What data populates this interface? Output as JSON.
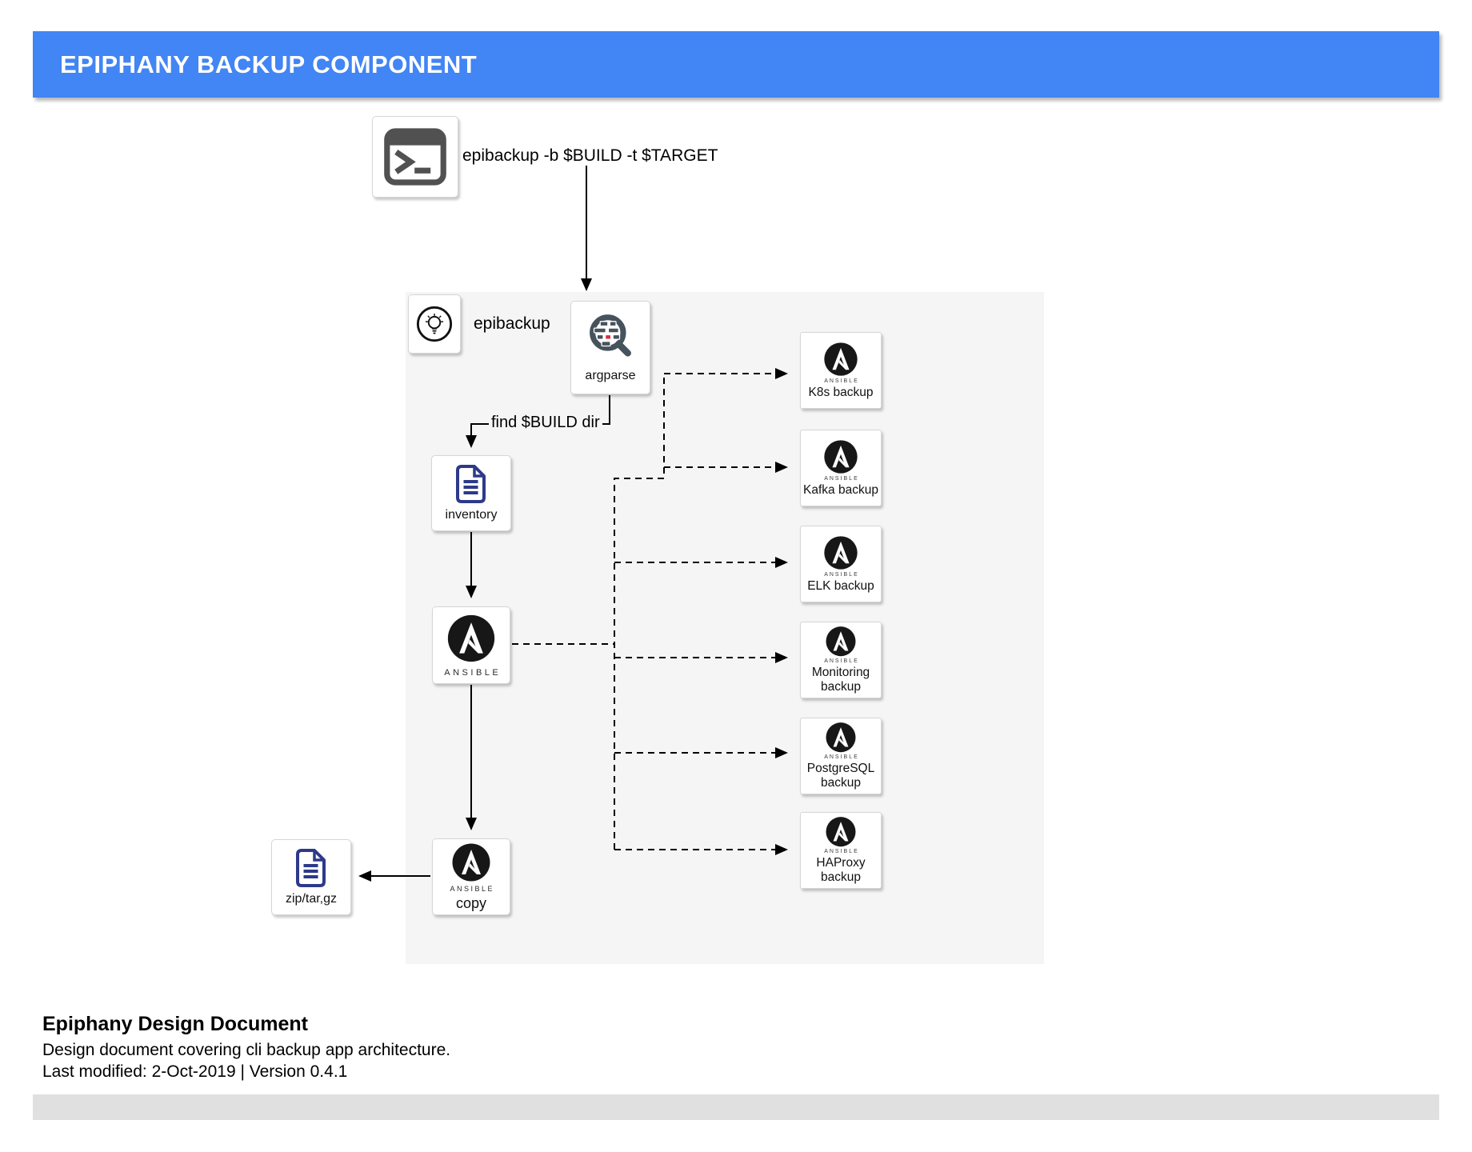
{
  "header": {
    "title": "EPIPHANY BACKUP COMPONENT",
    "accent_color": "#4285f4"
  },
  "diagram": {
    "cli_command": "epibackup -b $BUILD -t $TARGET",
    "container_label": "epibackup",
    "edge_labels": {
      "find_build": "find $BUILD dir"
    },
    "ansible_wordmark": "ANSIBLE",
    "nodes": {
      "argparse": "argparse",
      "inventory": "inventory",
      "copy": "copy",
      "archive": "zip/tar,gz"
    },
    "backup_targets": [
      {
        "label": "K8s backup"
      },
      {
        "label": "Kafka backup"
      },
      {
        "label": "ELK backup"
      },
      {
        "label": "Monitoring backup"
      },
      {
        "label": "PostgreSQL backup"
      },
      {
        "label": "HAProxy backup"
      }
    ],
    "icons": {
      "terminal": "terminal-prompt-icon",
      "epibackup": "lightbulb-idea-icon",
      "argparse": "brick-search-icon",
      "inventory": "document-icon",
      "archive": "document-icon",
      "ansible": "ansible-logo-icon"
    },
    "colors": {
      "container_bg": "#f5f5f5",
      "terminal_icon": "#515151",
      "document_icon": "#2d3a8a",
      "argparse_icon": "#46525c",
      "argparse_red": "#dd2b3c",
      "ansible_black": "#171717"
    }
  },
  "footer": {
    "title": "Epiphany Design Document",
    "subtitle": "Design document covering cli backup app architecture.",
    "meta": "Last modified: 2-Oct-2019 | Version 0.4.1"
  }
}
